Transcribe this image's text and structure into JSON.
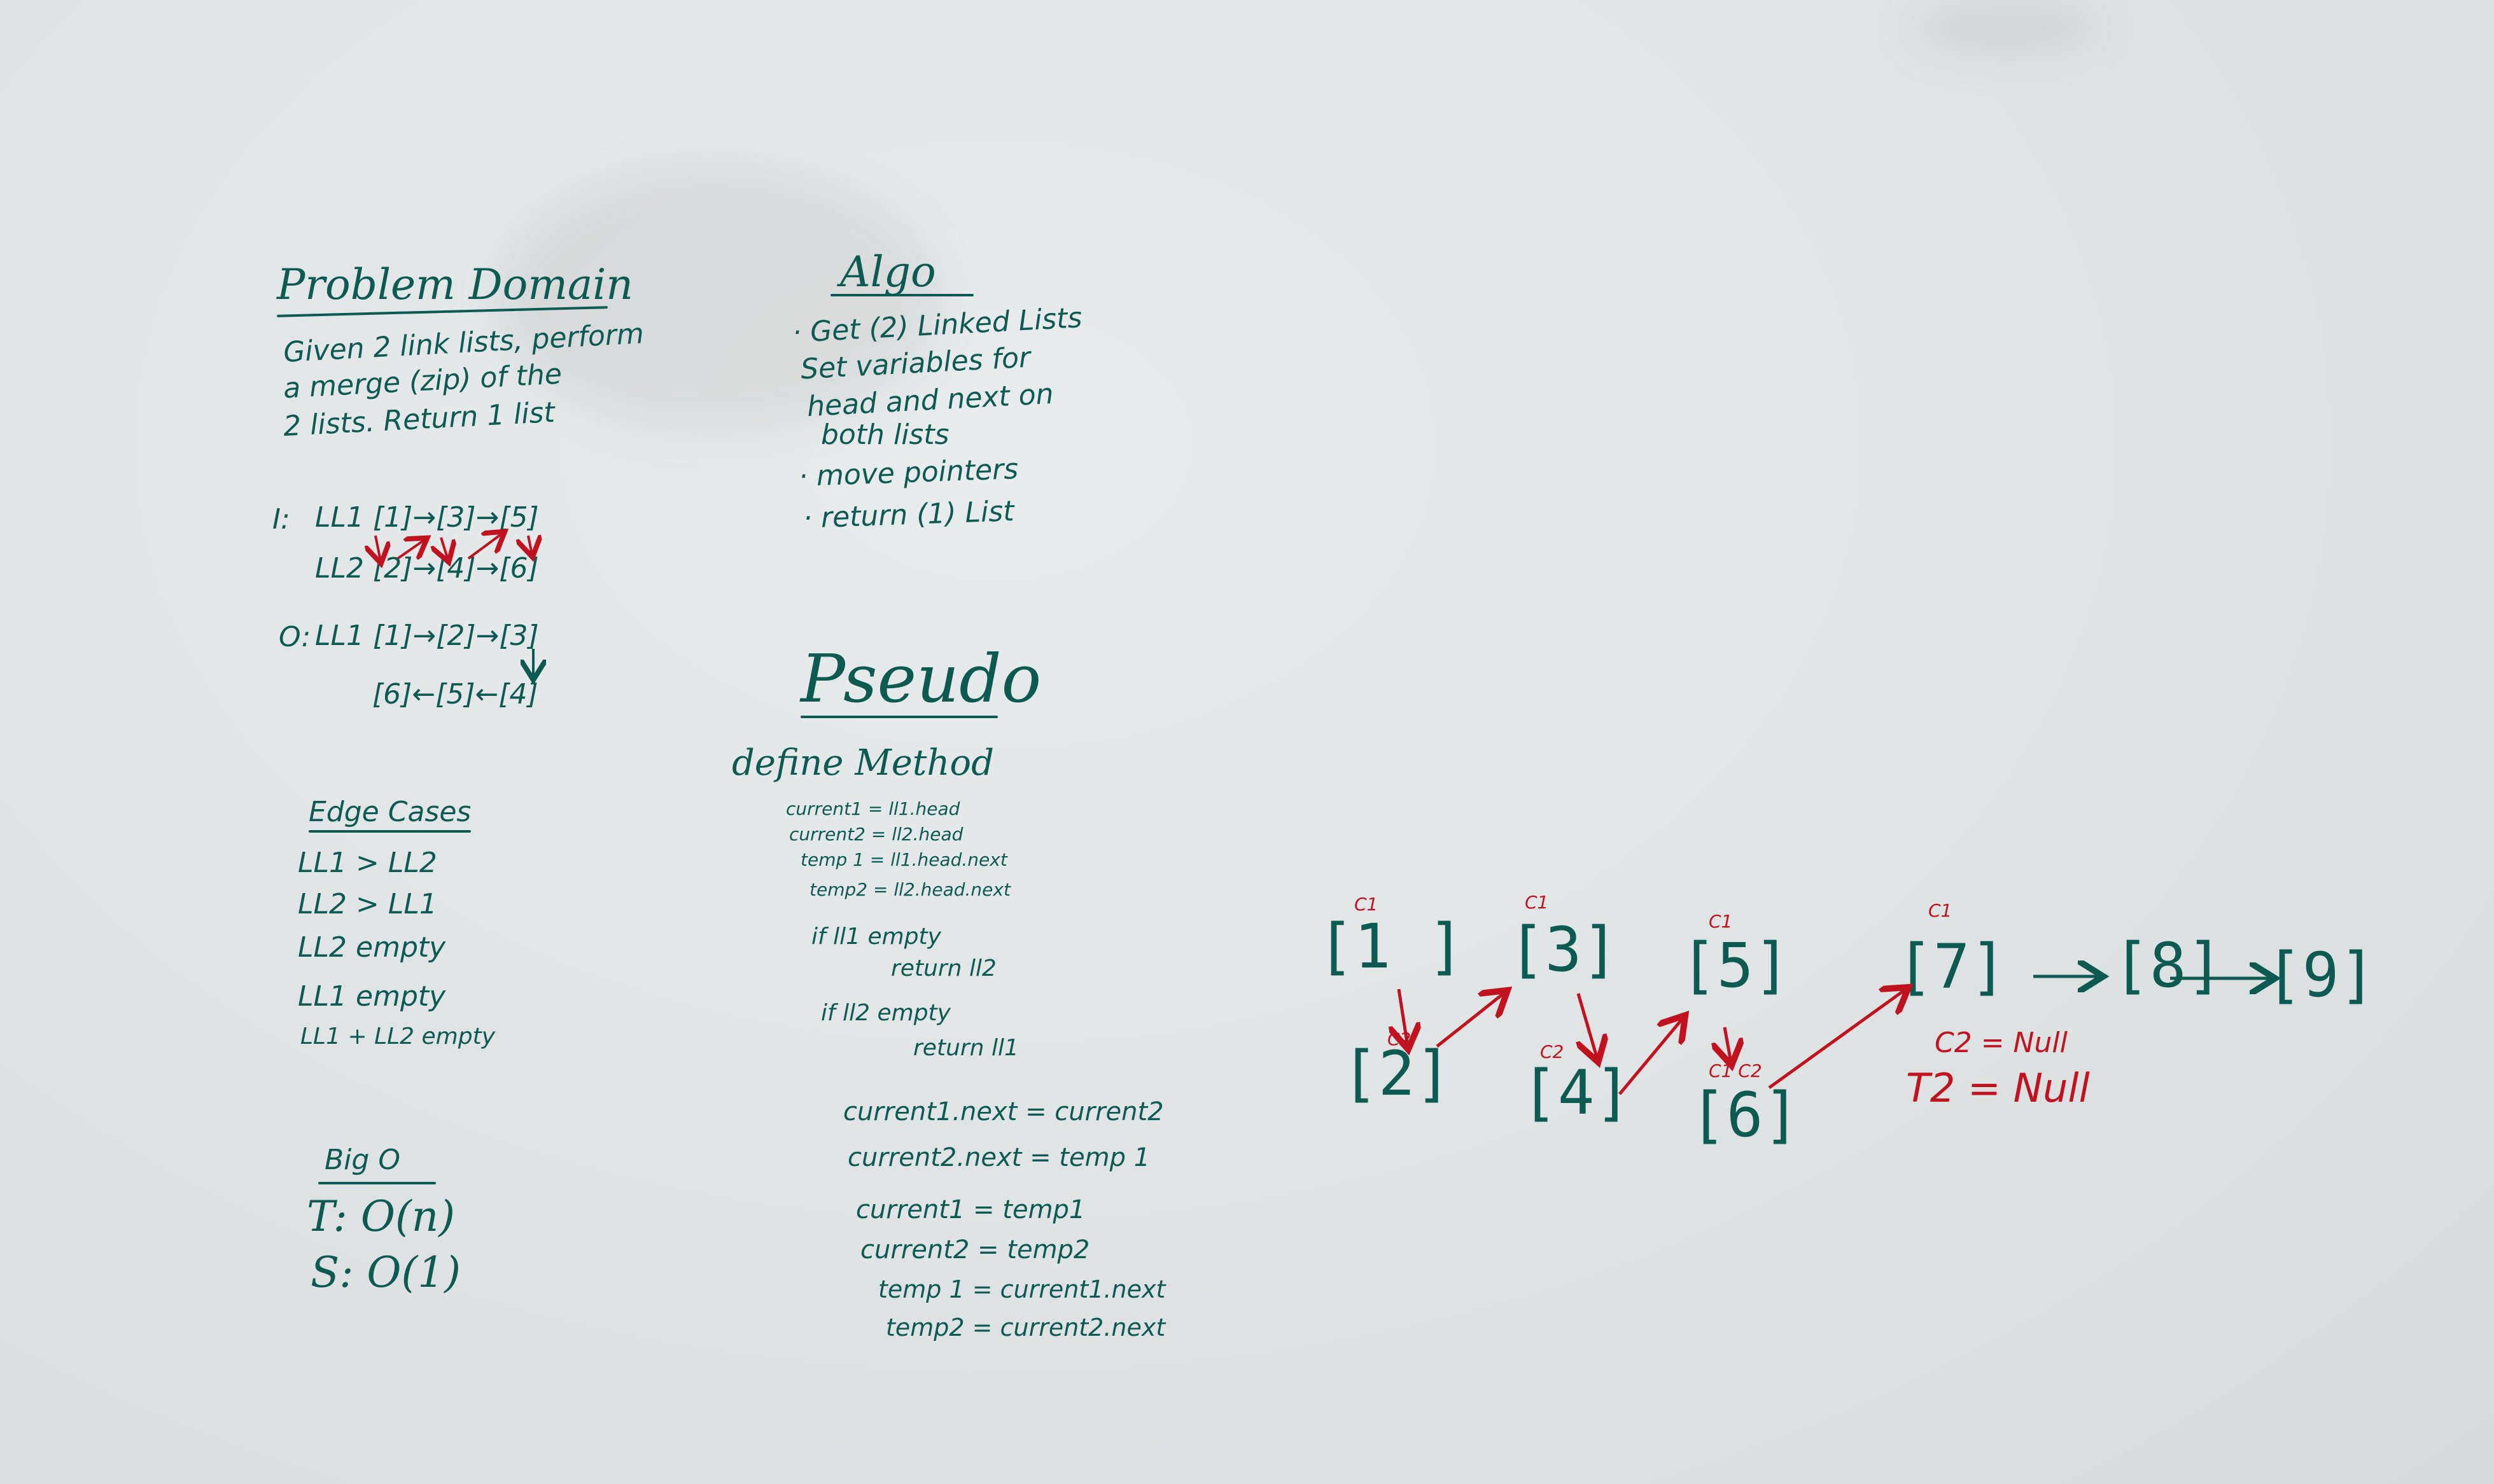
{
  "problem_domain": {
    "heading": "Problem Domain",
    "lines": [
      "Given 2 link lists, perform",
      "a merge (zip) of the",
      "2 lists. Return 1 list"
    ]
  },
  "example": {
    "input_label": "I:",
    "ll1": "LL1 [1]→[3]→[5]",
    "ll2": "LL2 [2]→[4]→[6]",
    "output_label": "O:",
    "out_line1": "LL1 [1]→[2]→[3]",
    "out_line2": "[6]←[5]←[4]"
  },
  "edge_cases": {
    "heading": "Edge Cases",
    "items": [
      "LL1 > LL2",
      "LL2 > LL1",
      "LL2 empty",
      "LL1 empty",
      "LL1 + LL2 empty"
    ]
  },
  "big_o": {
    "heading": "Big O",
    "time": "T: O(n)",
    "space": "S: O(1)"
  },
  "algo": {
    "heading": "Algo",
    "lines": [
      "· Get (2) Linked Lists",
      "Set variables for",
      "head and next on",
      "both lists",
      "· move pointers",
      "· return (1) List"
    ]
  },
  "pseudo": {
    "heading": "Pseudo",
    "define": "define Method",
    "vars": [
      "current1 = ll1.head",
      "current2 = ll2.head",
      "temp 1 = ll1.head.next",
      "temp2 = ll2.head.next"
    ],
    "if1": "if ll1 empty",
    "ret1": "return ll2",
    "if2": "if ll2 empty",
    "ret2": "return ll1",
    "assign": [
      "current1.next = current2",
      "current2.next = temp 1"
    ],
    "move": [
      "current1 = temp1",
      "current2 = temp2",
      "temp 1 = current1.next",
      "temp2 = current2.next"
    ]
  },
  "diagram": {
    "top_nodes": [
      "1",
      "3",
      "5",
      "7",
      "8",
      "9"
    ],
    "bottom_nodes": [
      "2",
      "4",
      "6"
    ],
    "labels": {
      "c1": "C1",
      "c2": "C2",
      "c1_c2": "C1 C2",
      "t2": "T2"
    },
    "null_notes": [
      "C2 = Null",
      "T2 = Null"
    ]
  },
  "colors": {
    "marker_green": "#0d5a53",
    "marker_red": "#c1121f",
    "board": "#e2e5e6"
  }
}
